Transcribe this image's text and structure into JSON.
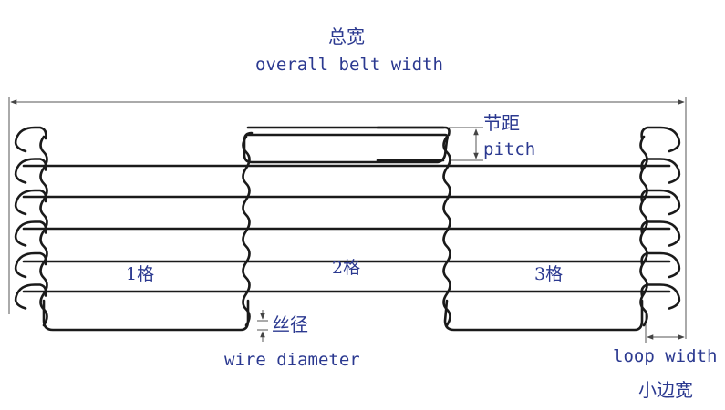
{
  "overall_width": {
    "zh": "总宽",
    "en": "overall belt width"
  },
  "pitch": {
    "zh": "节距",
    "en": "pitch"
  },
  "wire_diameter": {
    "zh": "丝径",
    "en": "wire diameter"
  },
  "loop_width": {
    "en": "loop width",
    "zh": "小边宽"
  },
  "segments": [
    "1格",
    "2格",
    "3格"
  ],
  "colors": {
    "label": "#2b3990",
    "wire": "#1a1a1a",
    "dimension": "#555555"
  }
}
